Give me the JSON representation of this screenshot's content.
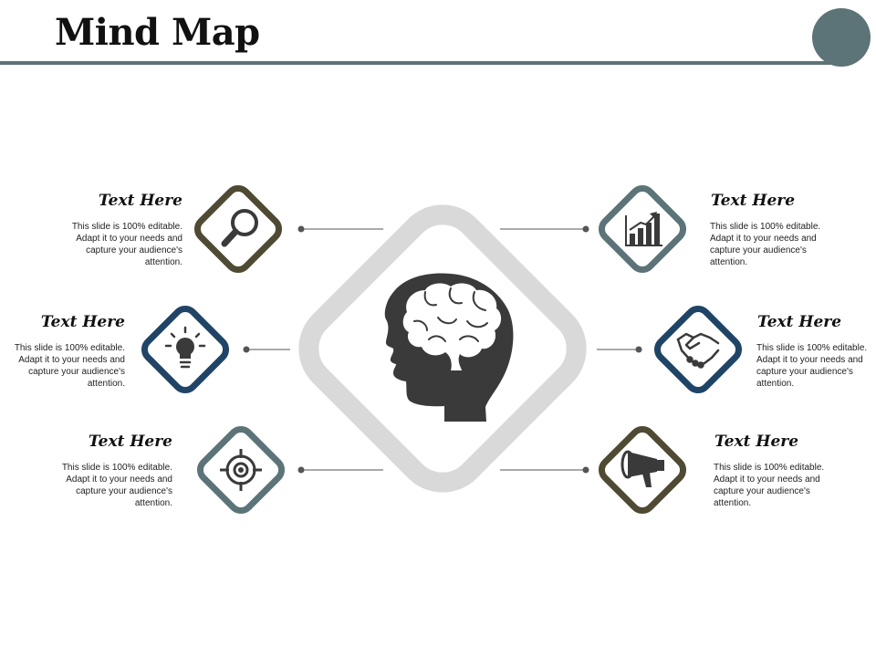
{
  "title": "Mind Map",
  "colors": {
    "accent": "#5c7478",
    "olive": "#4f4a33",
    "navy": "#1f4466",
    "slate": "#5c7478",
    "center_ring": "#d9d9d9",
    "head": "#3a3a3a"
  },
  "nodes": [
    {
      "id": "top-left",
      "icon": "magnifier-icon",
      "title": "Text Here",
      "body": "This slide is 100% editable. Adapt it to your needs and capture your audience's attention."
    },
    {
      "id": "mid-left",
      "icon": "lightbulb-icon",
      "title": "Text Here",
      "body": "This slide is 100% editable. Adapt it to your needs and capture your audience's attention."
    },
    {
      "id": "bottom-left",
      "icon": "target-icon",
      "title": "Text Here",
      "body": "This slide is 100% editable. Adapt it to your needs and capture your audience's attention."
    },
    {
      "id": "top-right",
      "icon": "growth-chart-icon",
      "title": "Text Here",
      "body": "This slide is 100% editable. Adapt it to your needs and capture your audience's attention."
    },
    {
      "id": "mid-right",
      "icon": "handshake-icon",
      "title": "Text Here",
      "body": "This slide is 100% editable. Adapt it to your needs and capture your audience's attention."
    },
    {
      "id": "bottom-right",
      "icon": "megaphone-icon",
      "title": "Text Here",
      "body": "This slide is 100% editable. Adapt it to your needs and capture your audience's attention."
    }
  ],
  "center_icon": "brain-head-icon"
}
